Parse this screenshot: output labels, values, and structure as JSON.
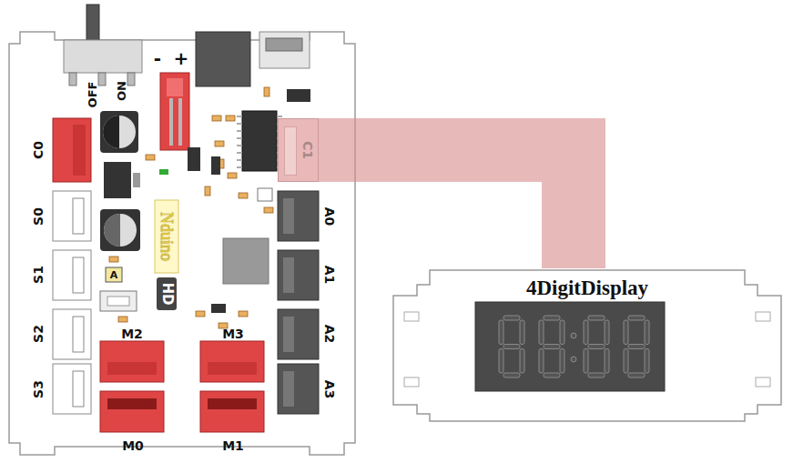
{
  "diagram": {
    "nodes": [
      {
        "text": [
          "C1"
        ]
      },
      {
        "text": [
          "4DigitDisplay"
        ]
      }
    ],
    "edges": [
      {
        "from": 0,
        "to": 1,
        "arrow": "none"
      }
    ],
    "labels": [
      "OFF",
      "ON",
      "-",
      "+",
      "C0",
      "S0",
      "S1",
      "S2",
      "S3",
      "Nduino",
      "A",
      "HD",
      "M2",
      "M3",
      "M0",
      "M1",
      "A0",
      "A1",
      "A2",
      "A3"
    ]
  }
}
